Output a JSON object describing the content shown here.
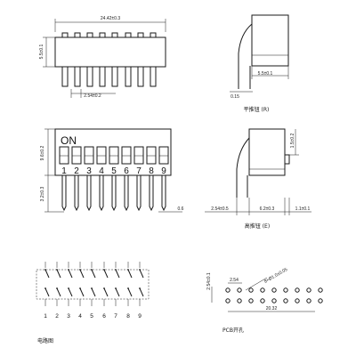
{
  "top_view": {
    "width_dim": "24.42±0.3",
    "height_dim": "5.5±0.1",
    "pitch_dim": "2.54±0.2"
  },
  "flat_side": {
    "dim_a": "5.5±0.1",
    "dim_b": "0.15",
    "caption": "平推钮 (R)"
  },
  "front_view": {
    "on_label": "ON",
    "switch_numbers": [
      "1",
      "2",
      "3",
      "4",
      "5",
      "6",
      "7",
      "8",
      "9"
    ],
    "height_dim": "9.6±0.2",
    "pin_dim": "3.2±0.3",
    "pin_width_dim": "0.6"
  },
  "raised_side": {
    "knob_dim": "1.5±0.2",
    "dim_left": "2.54±0.5",
    "dim_mid": "6.2±0.3",
    "dim_right": "1.1±0.1",
    "caption": "高推钮 (E)"
  },
  "circuit": {
    "numbers": [
      "1",
      "2",
      "3",
      "4",
      "5",
      "6",
      "7",
      "8",
      "9"
    ],
    "caption": "电路图"
  },
  "pcb": {
    "row_dim": "2.54±0.1",
    "pitch_dim": "2.54",
    "hole_dim": "8×Ø1.0±0.05",
    "width_dim": "20.32",
    "caption": "PCB开孔"
  },
  "colors": {
    "ink": "#1a1a1a",
    "paper": "#ffffff"
  }
}
